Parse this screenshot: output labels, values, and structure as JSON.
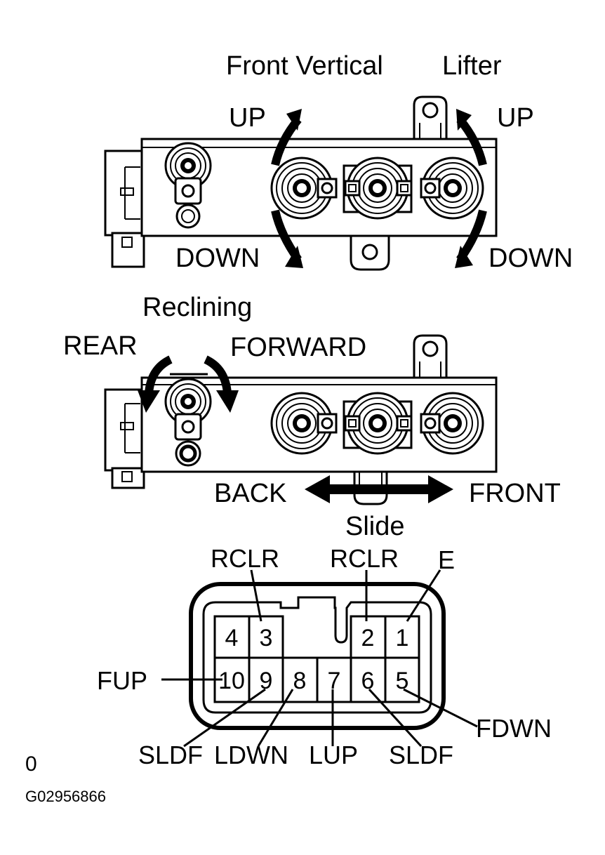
{
  "diagram": {
    "top_switch": {
      "title_left": "Front Vertical",
      "title_right": "Lifter",
      "left_up": "UP",
      "left_down": "DOWN",
      "right_up": "UP",
      "right_down": "DOWN"
    },
    "middle_switch": {
      "title": "Reclining",
      "rear": "REAR",
      "forward": "FORWARD",
      "back": "BACK",
      "front": "FRONT",
      "slide": "Slide"
    },
    "connector": {
      "pins": [
        {
          "number": "4",
          "label": ""
        },
        {
          "number": "3",
          "label": "RCLR"
        },
        {
          "number": "2",
          "label": "RCLR"
        },
        {
          "number": "1",
          "label": "E"
        },
        {
          "number": "10",
          "label": "FUP"
        },
        {
          "number": "9",
          "label": "SLDF"
        },
        {
          "number": "8",
          "label": "LDWN"
        },
        {
          "number": "7",
          "label": "LUP"
        },
        {
          "number": "6",
          "label": "SLDF"
        },
        {
          "number": "5",
          "label": "FDWN"
        }
      ]
    },
    "footer": {
      "marker": "0",
      "figure_code": "G02956866"
    }
  }
}
